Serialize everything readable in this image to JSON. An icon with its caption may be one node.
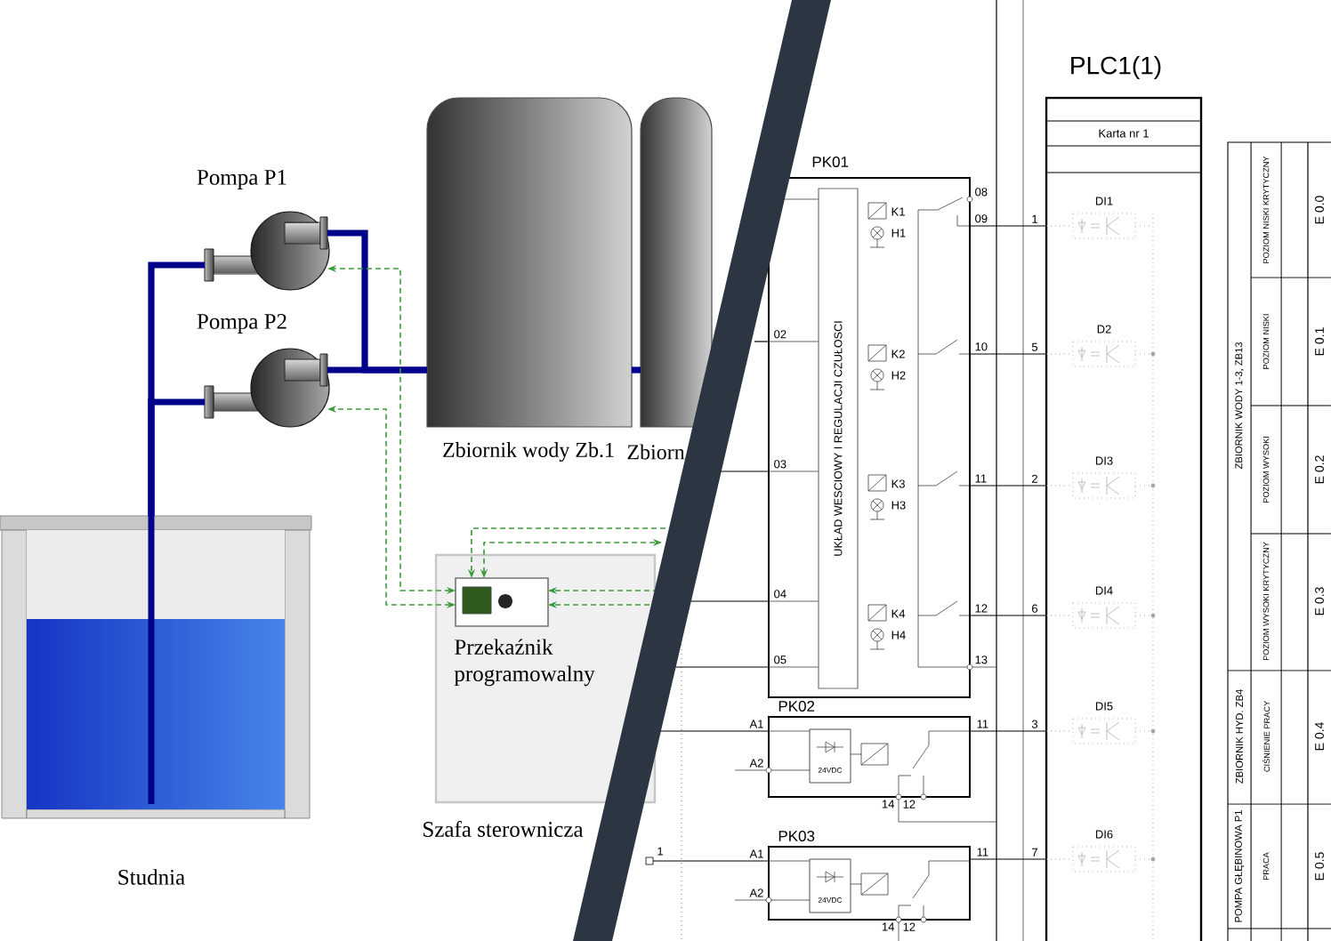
{
  "diagram": {
    "nodes": [
      {
        "text": [
          "Pompa P1"
        ]
      },
      {
        "text": [
          "Pompa P2"
        ]
      },
      {
        "text": [
          "Zbiornik wody Zb.1"
        ]
      },
      {
        "text": [
          "Zbiorn"
        ]
      },
      {
        "text": [
          "Studnia"
        ]
      },
      {
        "text": [
          "Szafa sterownicza"
        ]
      },
      {
        "text": [
          "Przekaźnik programowalny"
        ],
        "in": 5
      },
      {
        "text": [
          "PK01"
        ]
      },
      {
        "text": [
          "UKŁAD WESCIOWY I REGULACJI CZUŁOSCI"
        ],
        "in": 7
      },
      {
        "text": [
          "PK02"
        ]
      },
      {
        "text": [
          "24VDC"
        ],
        "in": 9
      },
      {
        "text": [
          "PK03"
        ]
      },
      {
        "text": [
          "24VDC"
        ],
        "in": 11
      },
      {
        "text": [
          "PLC1(1)",
          "Karta nr 1"
        ]
      },
      {
        "text": [
          "DI1"
        ],
        "in": 13
      },
      {
        "text": [
          "D2"
        ],
        "in": 13
      },
      {
        "text": [
          "DI3"
        ],
        "in": 13
      },
      {
        "text": [
          "DI4"
        ],
        "in": 13
      },
      {
        "text": [
          "DI5"
        ],
        "in": 13
      },
      {
        "text": [
          "DI6"
        ],
        "in": 13
      },
      {
        "text": [
          "1"
        ]
      }
    ],
    "edges": [
      {
        "from": 4,
        "to": 0,
        "arrow": "none",
        "style": "thick",
        "color": "#00008b"
      },
      {
        "from": 4,
        "to": 1,
        "arrow": "none",
        "style": "thick",
        "color": "#00008b"
      },
      {
        "from": 0,
        "to": 2,
        "arrow": "none",
        "style": "thick",
        "color": "#00008b"
      },
      {
        "from": 1,
        "to": 2,
        "arrow": "none",
        "style": "thick",
        "color": "#00008b"
      },
      {
        "from": 2,
        "to": 3,
        "arrow": "none",
        "style": "thick",
        "color": "#00008b"
      },
      {
        "from": 6,
        "to": 0,
        "arrow": "both",
        "style": "dashed",
        "color": "#3c9a3c"
      },
      {
        "from": 6,
        "to": 1,
        "arrow": "both",
        "style": "dashed",
        "color": "#3c9a3c"
      },
      {
        "from": null,
        "to": 6,
        "arrow": "to",
        "style": "dashed",
        "color": "#3c9a3c"
      },
      {
        "from": 6,
        "to": null,
        "arrow": "both",
        "style": "dashed",
        "color": "#3c9a3c"
      },
      {
        "from": null,
        "to": 6,
        "arrow": "to",
        "style": "dashed",
        "color": "#3c9a3c"
      },
      {
        "from": null,
        "to": 6,
        "arrow": "to",
        "style": "dashed",
        "color": "#3c9a3c"
      },
      {
        "from": 5,
        "to": 7,
        "arrow": "none"
      },
      {
        "from": 5,
        "to": 7,
        "arrow": "none"
      },
      {
        "from": 5,
        "to": 9,
        "arrow": "none"
      },
      {
        "from": null,
        "to": 7,
        "arrow": "none"
      },
      {
        "from": null,
        "to": 7,
        "arrow": "none"
      },
      {
        "from": 20,
        "to": 11,
        "arrow": "none"
      },
      {
        "from": 7,
        "to": 13,
        "arrow": "none",
        "label": "1"
      },
      {
        "from": 7,
        "to": 13,
        "arrow": "none",
        "label": "5"
      },
      {
        "from": 7,
        "to": 13,
        "arrow": "none",
        "label": "2"
      },
      {
        "from": 7,
        "to": 13,
        "arrow": "none",
        "label": "6"
      },
      {
        "from": 9,
        "to": 13,
        "arrow": "none",
        "label": "3"
      },
      {
        "from": 11,
        "to": 13,
        "arrow": "none",
        "label": "7"
      }
    ],
    "labels": [
      "08",
      "09",
      "K1",
      "H1",
      "02",
      "10",
      "K2",
      "H2",
      "03",
      "11",
      "K3",
      "H3",
      "04",
      "12",
      "K4",
      "H4",
      "05",
      "13",
      "A1",
      "11",
      "A2",
      "14",
      "12",
      "A1",
      "11",
      "A2",
      "14",
      "12",
      "ZBIORNIK WODY 1-3, ZB13",
      "POZIOM NISKI KRYTYCZNY",
      "E 0.0",
      "POZIOM NISKI",
      "E 0.1",
      "POZIOM WYSOKI",
      "E 0.2",
      "POZIOM WYSOKI KRYTYCZNY",
      "E 0.3",
      "ZBIORNIK HYD. ZB4",
      "CIŚNIENIE PRACY",
      "E 0.4",
      "POMPA GŁĘBINOWA P1",
      "PRACA",
      "E 0.5"
    ]
  }
}
